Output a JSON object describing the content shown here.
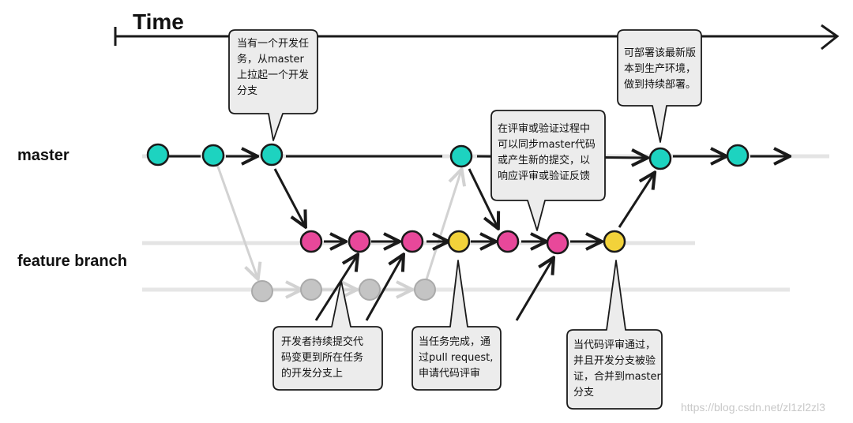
{
  "time_axis": {
    "label": "Time"
  },
  "lanes": {
    "master": "master",
    "feature": "feature branch"
  },
  "callouts": {
    "branch_off": "当有一个开发任\n务，从master\n上拉起一个开发\n分支",
    "sync_master": "在评审或验证过程中\n可以同步master代码\n或产生新的提交，以\n响应评审或验证反馈",
    "deploy": "可部署该最新版\n本到生产环境，\n做到持续部署。",
    "continuous_commit": "开发者持续提交代\n码变更到所在任务\n的开发分支上",
    "pull_request": "当任务完成，通\n过pull request,\n申请代码评审",
    "merge": "当代码评审通过，\n并且开发分支被验\n证，合并到master\n分支"
  },
  "watermark": "https://blog.csdn.net/zl1zl2zl3",
  "colors": {
    "master_commit": "#1dd3c0",
    "feature_commit": "#e8489a",
    "review_commit": "#f2d23a",
    "ghost_commit": "#c4c4c4",
    "callout_bg": "#ececec",
    "stroke": "#1a1a1a"
  }
}
